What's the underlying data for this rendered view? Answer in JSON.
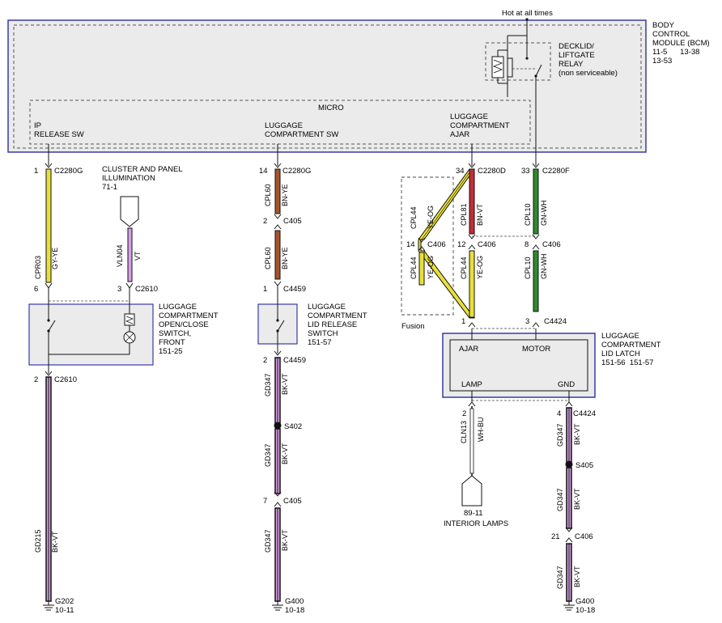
{
  "power_label": "Hot at all times",
  "bcm": {
    "title_lines": [
      "BODY",
      "CONTROL",
      "MODULE (BCM)",
      "11-5      13-38",
      "13-53"
    ],
    "micro_label": "MICRO",
    "inputs": {
      "ip_release": [
        "IP",
        "RELEASE SW"
      ],
      "lc_sw": [
        "LUGGAGE",
        "COMPARTMENT SW"
      ],
      "lc_ajar": [
        "LUGGAGE",
        "COMPARTMENT",
        "AJAR"
      ]
    }
  },
  "relay": {
    "label_lines": [
      "DECKLID/",
      "LIFTGATE",
      "RELAY",
      "(non serviceable)"
    ]
  },
  "cluster_feed": {
    "label_lines": [
      "CLUSTER AND PANEL",
      "ILLUMINATION",
      "71-1"
    ]
  },
  "switch_front": {
    "label_lines": [
      "LUGGAGE",
      "COMPARTMENT",
      "OPEN/CLOSE",
      "SWITCH,",
      "FRONT",
      "151-25"
    ]
  },
  "switch_lid": {
    "label_lines": [
      "LUGGAGE",
      "COMPARTMENT",
      "LID RELEASE",
      "SWITCH",
      "151-57"
    ]
  },
  "latch": {
    "label_lines": [
      "LUGGAGE",
      "COMPARTMENT",
      "LID LATCH",
      "151-56  151-57"
    ],
    "pins": {
      "ajar": "AJAR",
      "motor": "MOTOR",
      "lamp": "LAMP",
      "gnd": "GND"
    }
  },
  "fusion_label": "Fusion",
  "interior_lamps": {
    "ref": "89-11",
    "label": "INTERIOR LAMPS"
  },
  "connectors": {
    "c1": {
      "pin": "1",
      "name": "C2280G"
    },
    "c2": {
      "pin": "6",
      "name": "C2610"
    },
    "c3": {
      "pin": "3",
      "name": "C2610"
    },
    "c4": {
      "pin": "2",
      "name": "C2610"
    },
    "c5": {
      "pin": "14",
      "name": "C2280G"
    },
    "c6": {
      "pin": "2",
      "name": "C405"
    },
    "c7": {
      "pin": "1",
      "name": "C4459"
    },
    "c8": {
      "pin": "2",
      "name": "C4459"
    },
    "c9": {
      "pin": "7",
      "name": "C405"
    },
    "c10": {
      "pin": "34",
      "name": "C2280D"
    },
    "c11": {
      "pin": "14",
      "name": "C406"
    },
    "c12": {
      "pin": "12",
      "name": "C406"
    },
    "c13": {
      "pin": "1",
      "name": ""
    },
    "c14": {
      "pin": "33",
      "name": "C2280F"
    },
    "c15": {
      "pin": "8",
      "name": "C406"
    },
    "c16": {
      "pin": "3",
      "name": "C4424"
    },
    "c17": {
      "pin": "2",
      "name": ""
    },
    "c18": {
      "pin": "4",
      "name": "C4424"
    },
    "c19": {
      "pin": "21",
      "name": "C406"
    }
  },
  "splices": {
    "s1": "S402",
    "s2": "S405"
  },
  "grounds": {
    "g1": {
      "name": "G202",
      "ref": "10-11"
    },
    "g2": {
      "name": "G400",
      "ref": "10-18"
    },
    "g3": {
      "name": "G400",
      "ref": "10-18"
    }
  },
  "wires": {
    "w_cpr03": {
      "circuit": "CPR03",
      "color": "GY-YE"
    },
    "w_vln04": {
      "circuit": "VLN04",
      "color": "VT"
    },
    "w_gd215": {
      "circuit": "GD215",
      "color": "BK-VT"
    },
    "w_cpl60a": {
      "circuit": "CPL60",
      "color": "BN-YE"
    },
    "w_cpl60b": {
      "circuit": "CPL60",
      "color": "BN-YE"
    },
    "w_gd347a": {
      "circuit": "GD347",
      "color": "BK-VT"
    },
    "w_gd347b": {
      "circuit": "GD347",
      "color": "BK-VT"
    },
    "w_gd347c": {
      "circuit": "GD347",
      "color": "BK-VT"
    },
    "w_cpl44a": {
      "circuit": "CPL44",
      "color": "YE-OG"
    },
    "w_cpl44b": {
      "circuit": "CPL44",
      "color": "YE-OG"
    },
    "w_cpl44c": {
      "circuit": "CPL44",
      "color": "YE-OG"
    },
    "w_cpl81": {
      "circuit": "CPL81",
      "color": "BN-VT"
    },
    "w_cpl10a": {
      "circuit": "CPL10",
      "color": "GN-WH"
    },
    "w_cpl10b": {
      "circuit": "CPL10",
      "color": "GN-WH"
    },
    "w_cln13": {
      "circuit": "CLN13",
      "color": "WH-BU"
    },
    "w_gd347d": {
      "circuit": "GD347",
      "color": "BK-VT"
    },
    "w_gd347e": {
      "circuit": "GD347",
      "color": "BK-VT"
    }
  },
  "colors": {
    "module_border": "#3a3aa8",
    "module_fill": "#ebebeb",
    "black": "#111111",
    "violet": "#d9a0e6",
    "yellow": "#e8e03a",
    "gray": "#9a9a9a",
    "brown": "#a5552a",
    "red": "#c42c38",
    "green": "#2f8a2f"
  }
}
